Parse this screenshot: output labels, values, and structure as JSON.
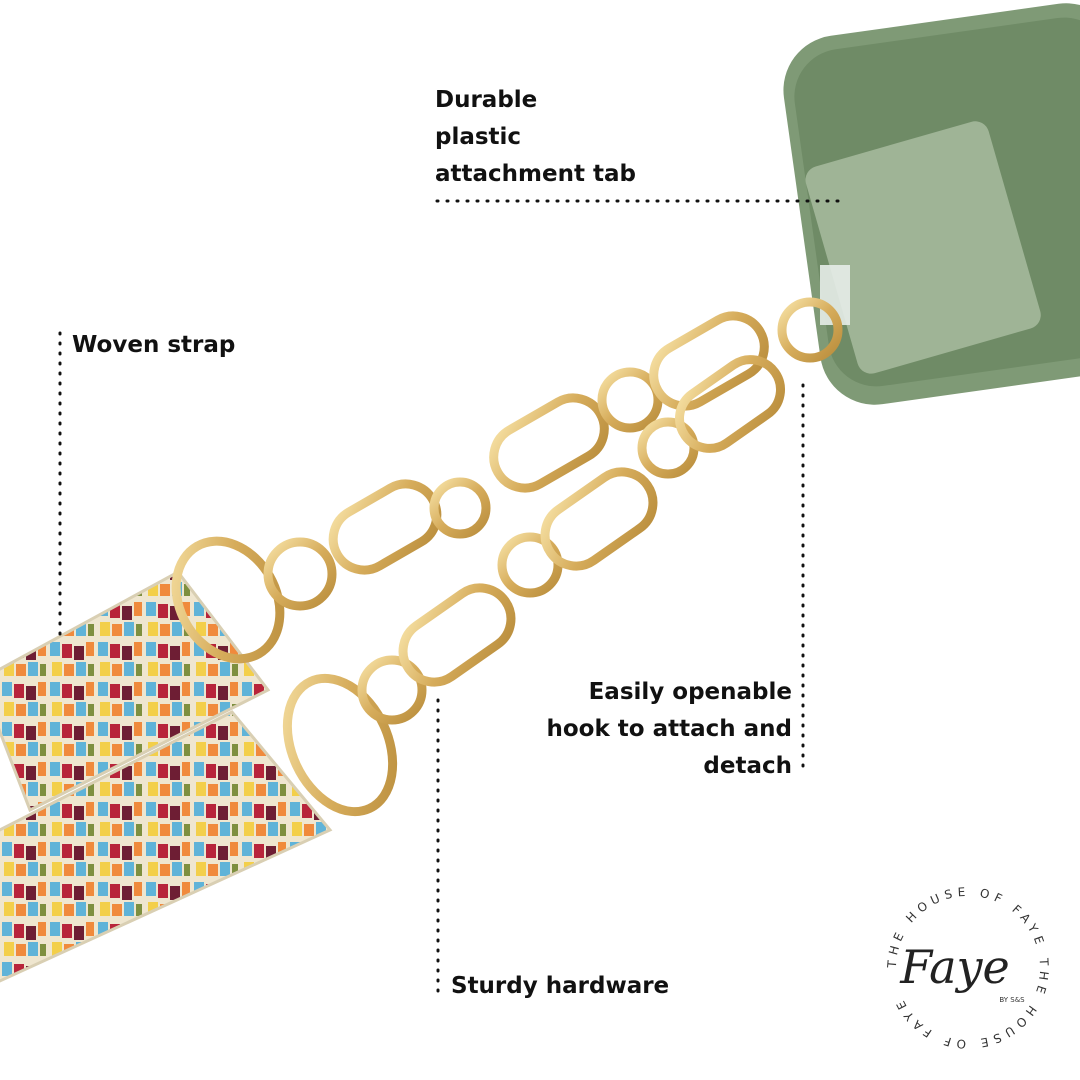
{
  "labels": {
    "tab": "Durable\nplastic\nattachment tab",
    "strap": "Woven strap",
    "hook": "Easily openable\nhook to attach and\ndetach",
    "hardware": "Sturdy hardware"
  },
  "logo": {
    "name": "Faye",
    "byline": "BY S&S",
    "ring_text": "THE HOUSE OF FAYE THE HOUSE OF FAYE"
  },
  "colors": {
    "phone_case": "#7f9a76",
    "gold": "#d8b46a",
    "strap_base": "#efe6cf",
    "strap_blue": "#5fb3d8",
    "strap_red": "#b8243a",
    "strap_maroon": "#6e1e34",
    "strap_orange": "#f08a3c",
    "strap_yellow": "#f3cf4a",
    "strap_green": "#7e8f3f"
  }
}
